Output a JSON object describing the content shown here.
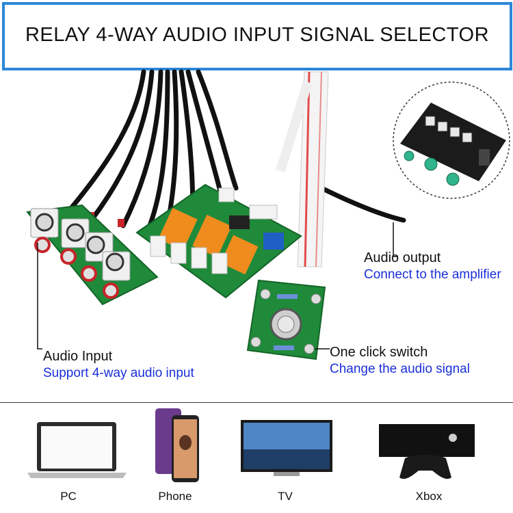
{
  "title": "RELAY 4-WAY AUDIO INPUT SIGNAL SELECTOR",
  "callouts": {
    "output": {
      "label": "Audio output",
      "sub": "Connect to the amplifier"
    },
    "input": {
      "label": "Audio Input",
      "sub": "Support 4-way audio input"
    },
    "switch": {
      "label": "One click switch",
      "sub": "Change the audio signal"
    }
  },
  "devices": [
    {
      "label": "PC",
      "icon": "laptop-icon"
    },
    {
      "label": "Phone",
      "icon": "phone-icon"
    },
    {
      "label": "TV",
      "icon": "tv-icon"
    },
    {
      "label": "Xbox",
      "icon": "xbox-icon"
    }
  ],
  "colors": {
    "accent": "#2b87d8",
    "sub_text": "#1a2fd9",
    "pcb": "#1f8a3a"
  }
}
